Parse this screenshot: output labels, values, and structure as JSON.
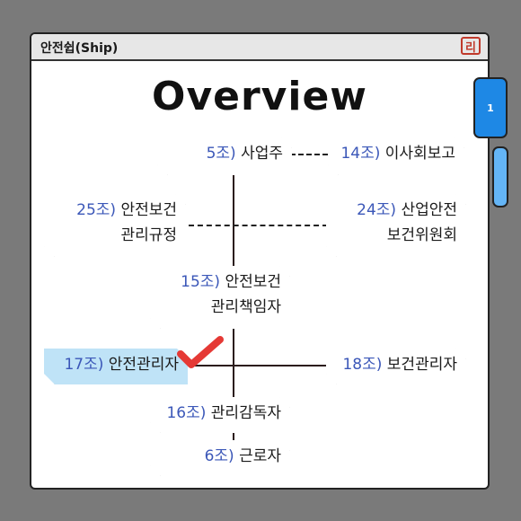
{
  "window": {
    "title": "안전쉽(Ship)",
    "logo_text": "리"
  },
  "heading": "Overview",
  "tabs": [
    {
      "label": "1"
    },
    {
      "label": ""
    }
  ],
  "nodes": {
    "employer": {
      "num": "5조)",
      "label": "사업주"
    },
    "board_report": {
      "num": "14조)",
      "label": "이사회보고"
    },
    "rules": {
      "num": "25조)",
      "label_line1": "안전보건",
      "label_line2": "관리규정"
    },
    "committee": {
      "num": "24조)",
      "label_line1": "산업안전",
      "label_line2": "보건위원회"
    },
    "chief_manager": {
      "num": "15조)",
      "label_line1": "안전보건",
      "label_line2": "관리책임자"
    },
    "safety_manager": {
      "num": "17조)",
      "label": "안전관리자"
    },
    "health_manager": {
      "num": "18조)",
      "label": "보건관리자"
    },
    "supervisor": {
      "num": "16조)",
      "label": "관리감독자"
    },
    "worker": {
      "num": "6조)",
      "label": "근로자"
    }
  },
  "colors": {
    "number_blue": "#3b57b8",
    "highlight_bg": "#bfe3f7",
    "check_red": "#e53935",
    "tab_blue": "#1e88e5",
    "tab_light_blue": "#64b5f6"
  },
  "icons": {
    "check": "check-mark-icon",
    "logo": "logo-seal-icon"
  }
}
